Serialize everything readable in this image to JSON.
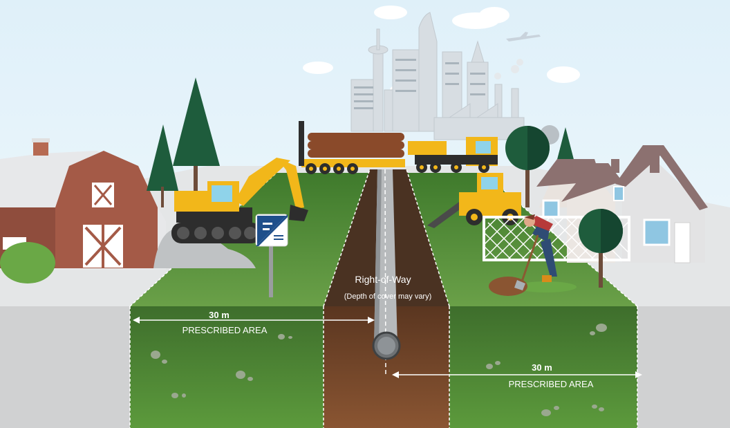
{
  "labels": {
    "right_of_way": "Right-of-Way",
    "depth_note": "(Depth of cover may vary)",
    "left_distance": "30 m",
    "left_area": "PRESCRIBED AREA",
    "right_distance": "30 m",
    "right_area": "PRESCRIBED AREA"
  },
  "colors": {
    "sky": "#e6f3fa",
    "grass": "#4f8a34",
    "soil": "#7a4a2c",
    "ground": "#d4d4d4",
    "machine": "#f2b71a"
  }
}
